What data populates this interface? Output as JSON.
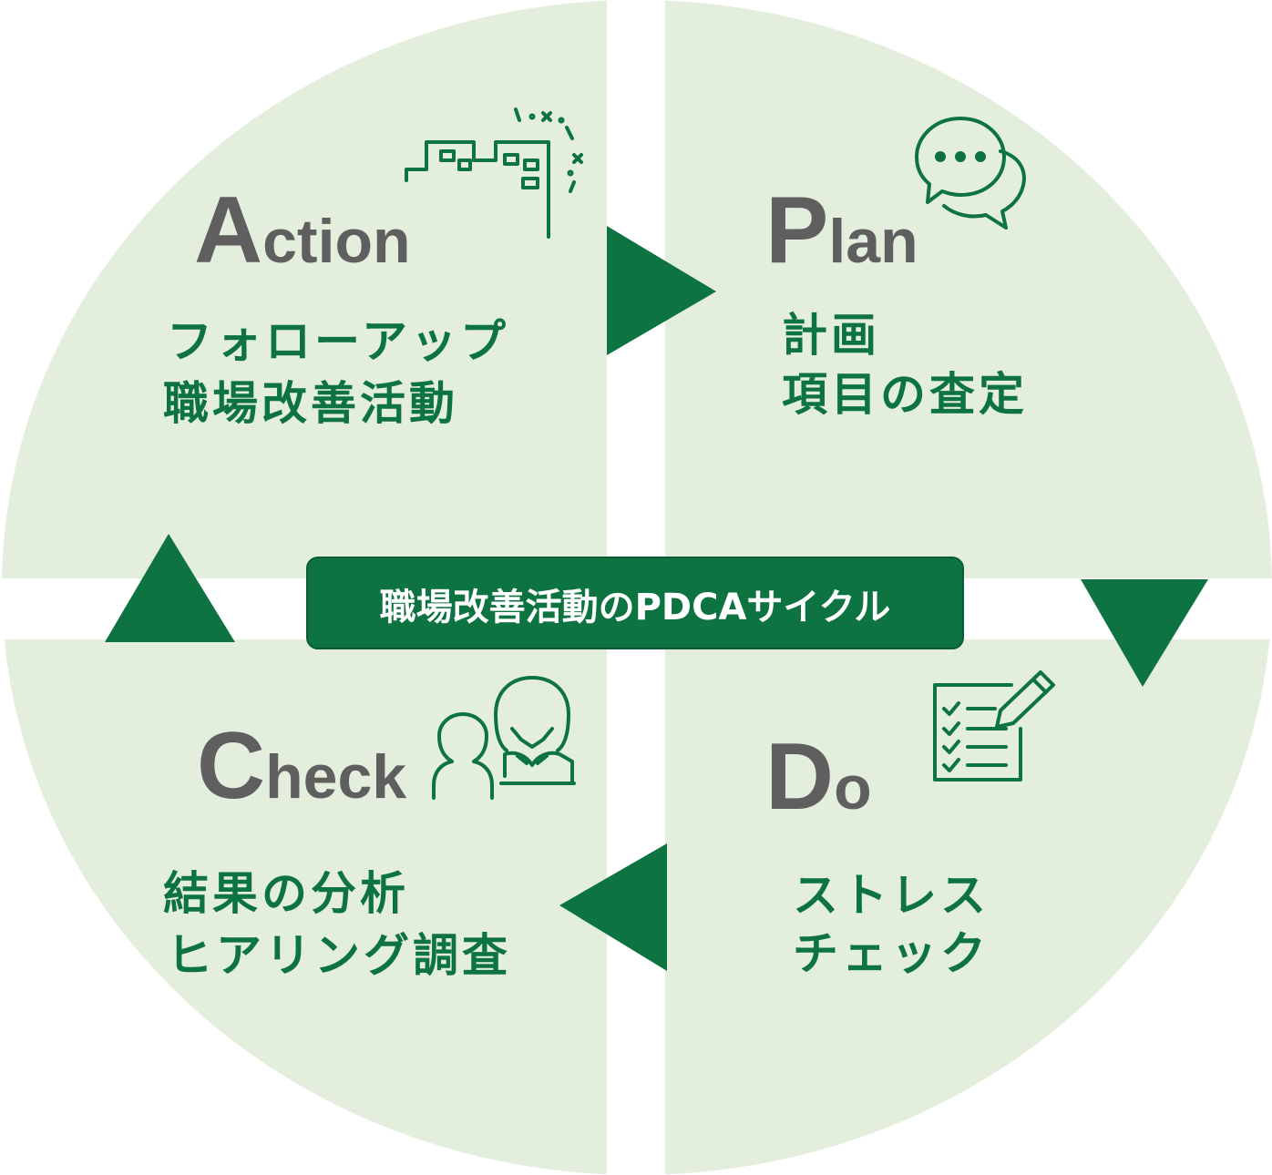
{
  "colors": {
    "quadrant_fill": "#e4eedd",
    "accent": "#0d7340",
    "heading_gray": "#5f5f5f",
    "background": "#ffffff"
  },
  "center": {
    "label": "職場改善活動のPDCAサイクル"
  },
  "quadrants": {
    "plan": {
      "initial": "P",
      "rest": "lan",
      "lines": [
        "計画",
        "項目の査定"
      ],
      "icon": "speech-bubbles-icon"
    },
    "do": {
      "initial": "D",
      "rest": "o",
      "lines": [
        "ストレス",
        "チェック"
      ],
      "icon": "checklist-pencil-icon"
    },
    "check": {
      "initial": "C",
      "rest": "heck",
      "lines": [
        "結果の分析",
        "ヒアリング調査"
      ],
      "icon": "interview-people-icon"
    },
    "action": {
      "initial": "A",
      "rest": "ction",
      "lines": [
        "フォローアップ",
        "職場改善活動"
      ],
      "icon": "building-improvement-icon"
    }
  },
  "arrows": {
    "plan_to_do": "down",
    "do_to_check": "left",
    "check_to_action": "up",
    "action_to_plan": "right"
  }
}
